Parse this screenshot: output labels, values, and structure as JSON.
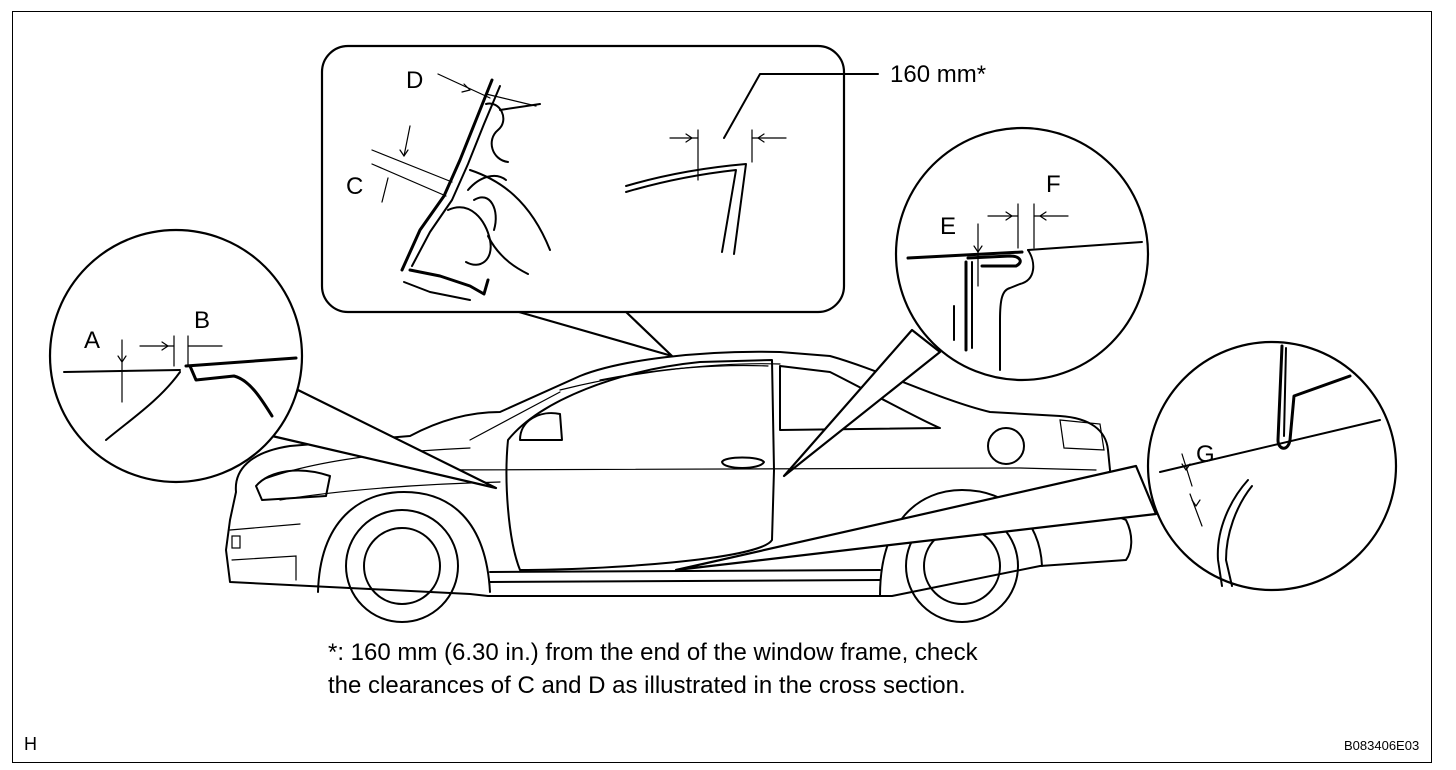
{
  "labels": {
    "a": "A",
    "b": "B",
    "c": "C",
    "d": "D",
    "e": "E",
    "f": "F",
    "g": "G",
    "measure": "160 mm*"
  },
  "note": {
    "line1": "*: 160 mm (6.30 in.) from the end of the window frame, check",
    "line2": "the clearances of C and D as illustrated in the cross section."
  },
  "corner_left": "H",
  "figure_code": "B083406E03"
}
